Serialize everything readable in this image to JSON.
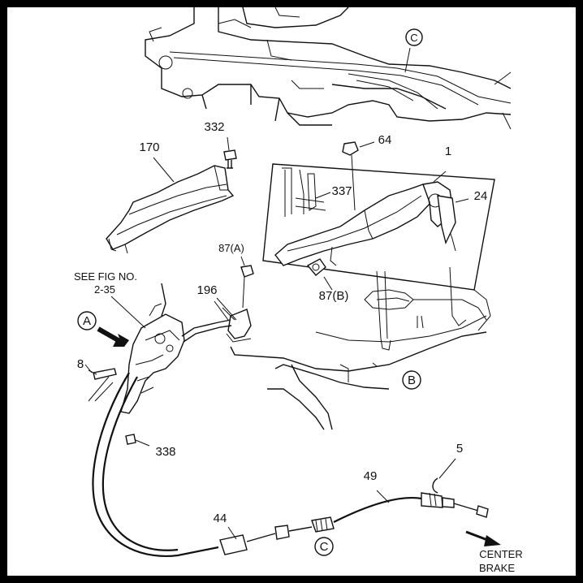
{
  "callouts": {
    "c_top": "C",
    "p332": "332",
    "p170": "170",
    "p64": "64",
    "p1": "1",
    "p337": "337",
    "p24": "24",
    "p87a": "87(A)",
    "see_fig_1": "SEE FIG NO.",
    "see_fig_2": "2-35",
    "p196": "196",
    "p87b": "87(B)",
    "a_circle": "A",
    "p8": "8",
    "b_circle": "B",
    "p338": "338",
    "p5": "5",
    "p49": "49",
    "p44": "44",
    "c_bottom": "C",
    "center_brake_1": "CENTER",
    "center_brake_2": "BRAKE"
  }
}
